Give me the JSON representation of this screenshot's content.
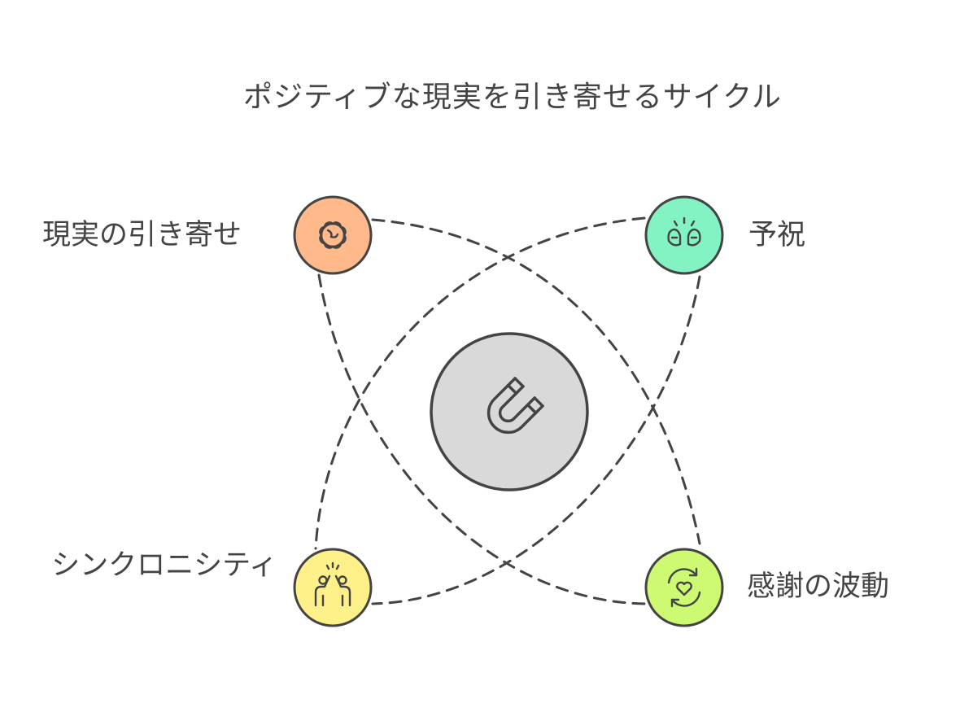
{
  "title": "ポジティブな現実を引き寄せるサイクル",
  "center": {
    "icon": "magnet-icon",
    "fill": "#d9d9d9"
  },
  "nodes": {
    "top_left": {
      "label": "現実の引き寄せ",
      "icon": "brain-icon",
      "fill": "#ffb98a"
    },
    "top_right": {
      "label": "予祝",
      "icon": "celebration-icon",
      "fill": "#84f3c4"
    },
    "bottom_left": {
      "label": "シンクロニシティ",
      "icon": "high-five-icon",
      "fill": "#fff18a"
    },
    "bottom_right": {
      "label": "感謝の波動",
      "icon": "heart-cycle-icon",
      "fill": "#cdfa72"
    }
  },
  "colors": {
    "stroke": "#444444",
    "text": "#444444"
  }
}
